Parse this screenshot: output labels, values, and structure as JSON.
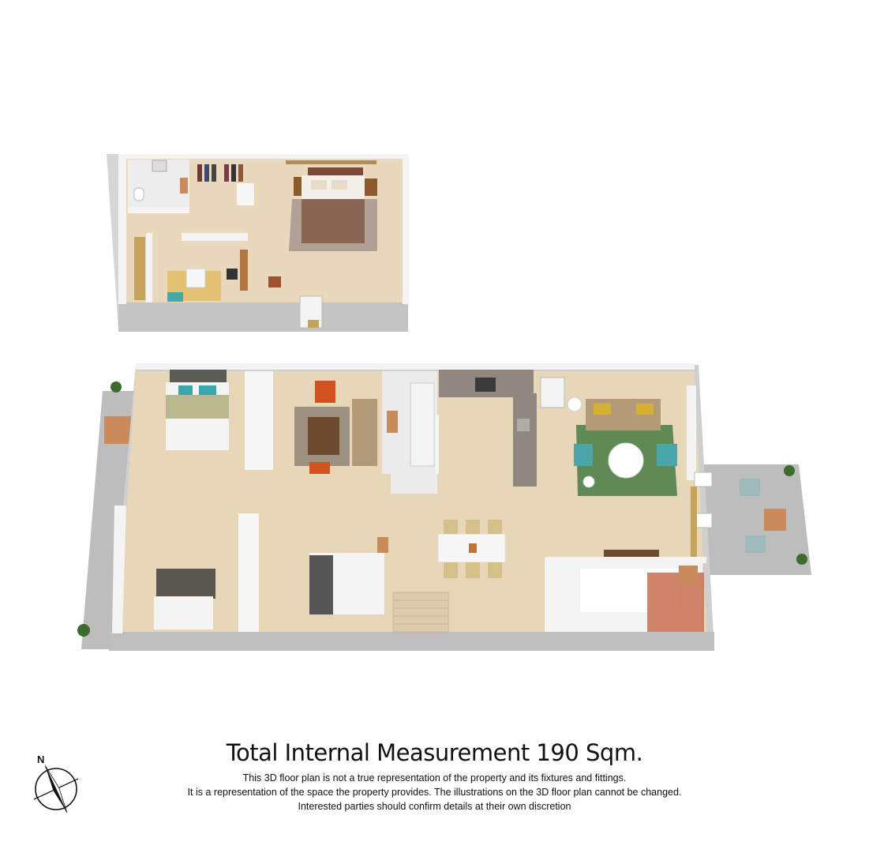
{
  "title": "Total Internal Measurement 190 Sqm.",
  "disclaimer": [
    "This 3D floor plan is not a true representation of the property and its fixtures and fittings.",
    "It is a representation of the space the property provides. The illustrations on the 3D floor plan cannot be changed.",
    "Interested parties should confirm details at their own discretion"
  ],
  "compass": {
    "label": "N"
  },
  "colors": {
    "floor": "#e6d3b5",
    "wall": "#f2f2f2",
    "wall_shadow": "#c8c8c8",
    "deck": "#b9b9b9",
    "rug_green": "#5f8a55",
    "sofa": "#b39a78",
    "bed_blanket_brown": "#8a6553",
    "bed_grey": "#555555",
    "teal": "#4aa6a8",
    "orange": "#d0521e",
    "terracotta": "#c86f4f",
    "kitchen_counter": "#8f8780"
  }
}
